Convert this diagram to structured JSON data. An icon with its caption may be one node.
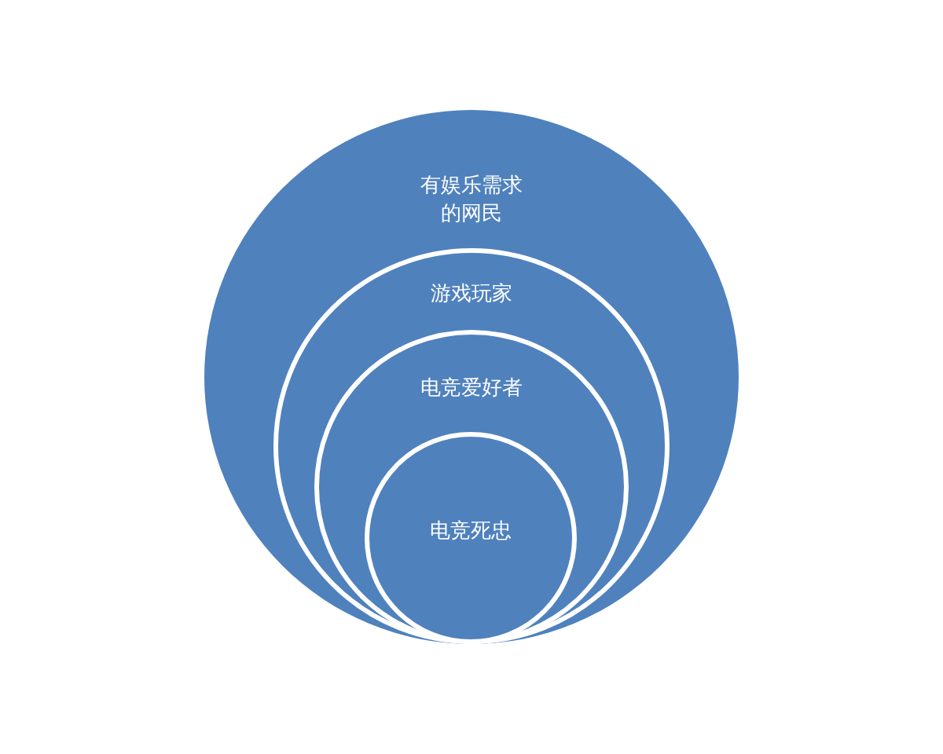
{
  "diagram": {
    "nodes": [
      {
        "text": [
          "有娱乐需求的网民"
        ]
      },
      {
        "text": [
          "游戏玩家"
        ],
        "in": 0
      },
      {
        "text": [
          "电竞爱好者"
        ],
        "in": 1
      },
      {
        "text": [
          "电竞死忠"
        ],
        "in": 2
      }
    ]
  }
}
